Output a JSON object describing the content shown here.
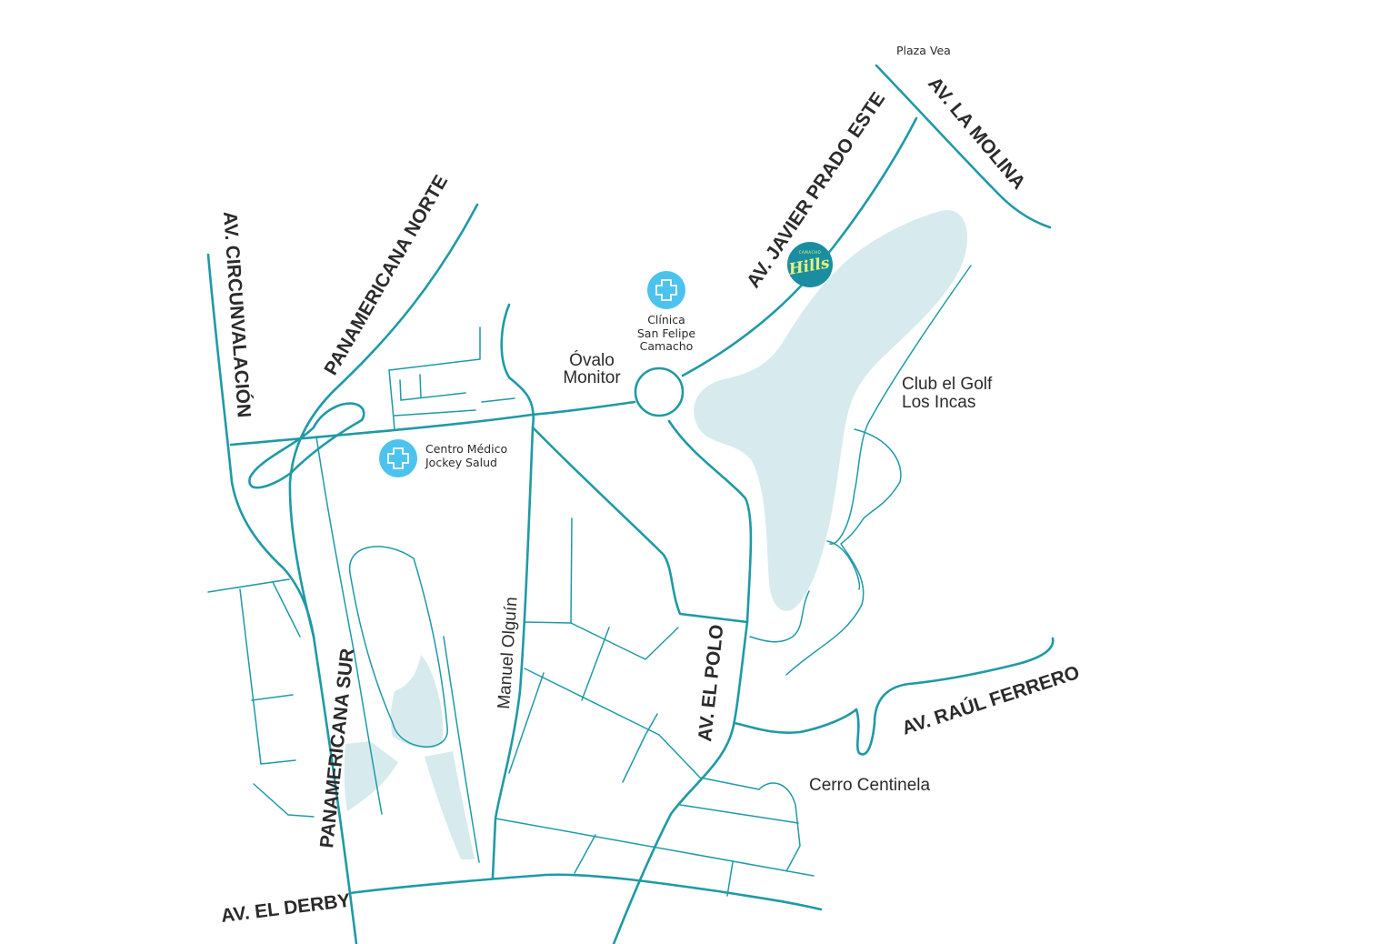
{
  "colors": {
    "road": "#1f9aa6",
    "green_area": "#d7ebee",
    "hospital_icon": "#4cc3ee",
    "marker": "#1a8ea0",
    "marker_text": "#e7f27a",
    "label_text": "#2b2b2b",
    "background": "#ffffff"
  },
  "streets": {
    "circunvalacion": "AV. CIRCUNVALACIÓN",
    "panamericana_norte": "PANAMERICANA NORTE",
    "panamericana_sur": "PANAMERICANA SUR",
    "javier_prado": "AV. JAVIER PRADO ESTE",
    "la_molina": "AV. LA MOLINA",
    "el_polo": "AV. EL POLO",
    "raul_ferrero": "AV. RAÚL FERRERO",
    "el_derby": "AV. EL DERBY",
    "manuel_olguin": "Manuel Olguín"
  },
  "places": {
    "plaza_vea": "Plaza Vea",
    "ovalo_line1": "Óvalo",
    "ovalo_line2": "Monitor",
    "club_line1": "Club el Golf",
    "club_line2": "Los Incas",
    "cerro": "Cerro Centinela"
  },
  "pois": {
    "clinica": {
      "icon": "hospital-cross-icon",
      "line1": "Clínica",
      "line2": "San Felipe",
      "line3": "Camacho"
    },
    "centro_medico": {
      "icon": "hospital-cross-icon",
      "line1": "Centro Médico",
      "line2": "Jockey Salud"
    }
  },
  "marker": {
    "icon": "location-marker-icon",
    "brand_small": "CAMACHO",
    "brand_main": "Hills"
  }
}
